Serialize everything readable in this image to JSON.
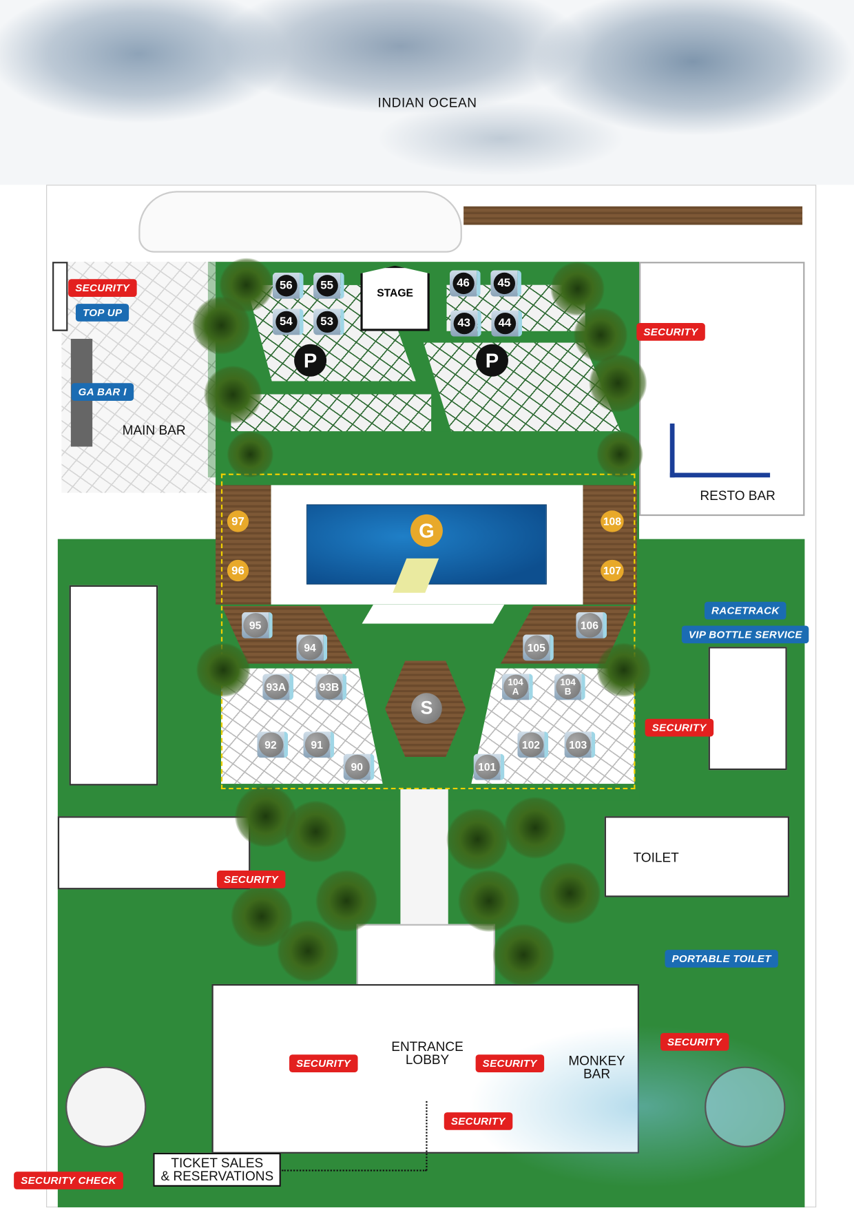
{
  "ocean_label": "INDIAN OCEAN",
  "stage_label": "STAGE",
  "areas": {
    "main_bar": "MAIN BAR",
    "resto_bar": "RESTO BAR",
    "toilet": "TOILET",
    "entrance_lobby": "ENTRANCE\nLOBBY",
    "entrance_line1": "ENTRANCE",
    "entrance_line2": "LOBBY",
    "monkey_line1": "MONKEY",
    "monkey_line2": "BAR",
    "ticket_line1": "TICKET SALES",
    "ticket_line2": "& RESERVATIONS"
  },
  "badges": {
    "security": "SECURITY",
    "top_up": "TOP UP",
    "ga_bar": "GA BAR I",
    "racetrack": "RACETRACK",
    "vip": "VIP BOTTLE SERVICE",
    "portable_toilet": "PORTABLE TOILET",
    "security_check": "SECURITY CHECK"
  },
  "colors": {
    "security": "#e3201f",
    "service": "#1b6cb3",
    "lawn": "#2f8a3a",
    "gold": "#e8a92a"
  },
  "stage_tables": [
    "56",
    "55",
    "54",
    "53",
    "46",
    "45",
    "43",
    "44"
  ],
  "parking": "P",
  "gold_tables": [
    "97",
    "96",
    "108",
    "107"
  ],
  "pool_marker": "G",
  "garden_tables": [
    "95",
    "94",
    "106",
    "105",
    "93A",
    "93B",
    "104\nA",
    "104\nB",
    "92",
    "91",
    "90",
    "101",
    "102",
    "103"
  ],
  "center_marker": "S"
}
